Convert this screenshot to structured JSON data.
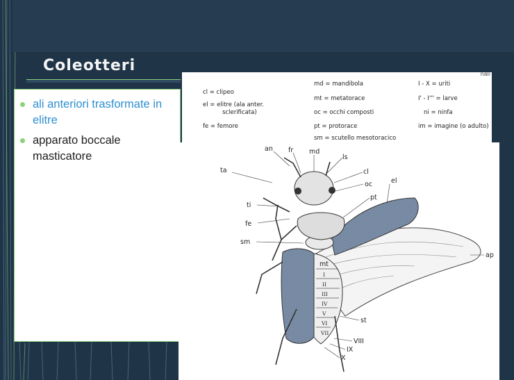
{
  "slide": {
    "title": "Coleotteri",
    "bullets": [
      {
        "text": "ali anteriori trasformate in elitre",
        "highlighted": true
      },
      {
        "text": "apparato boccale masticatore",
        "highlighted": false
      }
    ]
  },
  "legend": {
    "top_fragment": "nali",
    "entries": {
      "cl": "cl  =  clipeo",
      "el": "el  =  elitre (ala anter.",
      "el_cont": "sclerificata)",
      "fe": "fe  =  femore",
      "md": "md =  mandibola",
      "mt": "mt  =  metatorace",
      "oc": "oc  =  occhi composti",
      "pt": "pt  =  protorace",
      "sm": "sm =  scutello mesotoracico",
      "ix": "I - X  =  uriti",
      "larve": "I' - I'''  =  larve",
      "ni": "ni  =  ninfa",
      "im": "im =  imagine (o adulto)"
    }
  },
  "diagram": {
    "labels": {
      "an": "an",
      "fr": "fr",
      "md": "md",
      "ls": "ls",
      "ta": "ta",
      "cl": "cl",
      "oc": "oc",
      "el": "el",
      "pt": "pt",
      "ti": "ti",
      "fe": "fe",
      "sm": "sm",
      "mt": "mt",
      "ap": "ap",
      "st": "st",
      "viii": "VIII",
      "ix": "IX",
      "x": "X"
    },
    "segments": [
      "I",
      "II",
      "III",
      "IV",
      "V",
      "VI",
      "VII"
    ]
  },
  "colors": {
    "background": "#1f3447",
    "accent_green": "#8bd27a",
    "highlight_text": "#2e8fd1",
    "elytra_fill": "#7f92a9"
  }
}
